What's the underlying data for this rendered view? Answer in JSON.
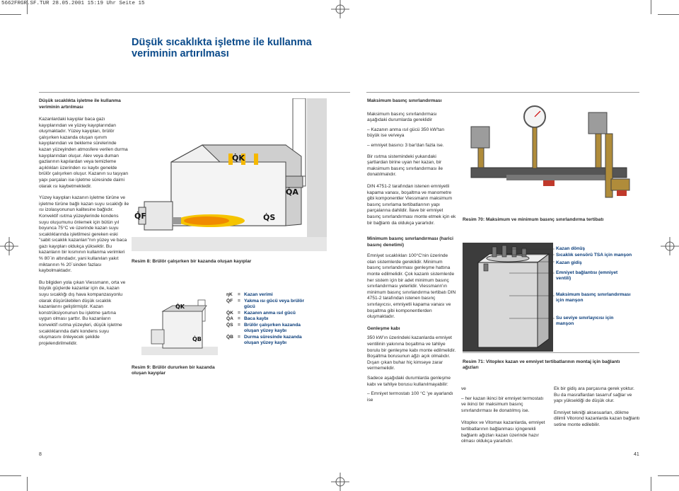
{
  "header": {
    "slug": "5662FRGR.SF.TUR  28.05.2001  15:19 Uhr  Seite 15"
  },
  "page_title": "Düşük sıcaklıkta işletme ile kullanma veriminin artırılması",
  "col1": {
    "heading": "Düşük sıcaklıkta işletme ile kullanma veriminin artırılması",
    "para1": "Kazanlardaki kayıplar baca gazı kayıplarından ve yüzey kayıplarından oluşmaktadır. Yüzey kayıpları, brülör çalışırken kazanda oluşan ışınım kayıplarından ve bekleme sürelerinde kazan yüzeyinden atmosfere verilen durma kayıplarından oluşur. Alev veya duman gazlarının kapılardan veya temizleme açıklıkları üzerinden ısı kaybı genelde brülör çalışırken oluşur. Kazanın su taşıyan yapı parçaları ise işletme süresinde daimi olarak ısı kaybetmektedir.",
    "para2": "Yüzey kayıpları kazanın işletme türüne ve işletme türüne bağlı kazan suyu sıcaklığı ile ısı izolasyonunun kalitesine bağlıdır. Konvektif ısıtma yüzeylerinde kondens suyu oluşumunu önlemek için bütün yıl boyunca 75°C ve üzerinde kazan suyu sıcaklıklarında işletilmesi gereken eski \"sabit sıcaklık kazanları\"nın yüzey ve baca gazı kayıpları oldukça yüksektir. Bu kazanların bir kısmının kullanma verimleri % 80`in altındadır, yani kullanılan yakıt miktarının % 20`sinden fazlası kaybolmaktadır.",
    "para3": "Bu bilgiden yola çıkan Viessmann, orta ve büyük güçlerde kazanlar için de, kazan suyu sıcaklığı dış hava kompanzasyonlu olarak düşürülebilen düşük sıcaklık kazanlarını geliştirmiştir. Kazan konstrüksiyonunun bu işletme şartına uygun olması şarttır. Bu kazanların konvektif ısıtma yüzeyleri, düşük işletme sıcaklıklarında dahi kondens suyu oluşmasını önleyecek şekilde projelendirilmelidir.",
    "page_number": "8"
  },
  "fig8": {
    "caption": "Resim 8: Brülör çalışırken bir kazanda oluşan kayıplar",
    "labels": {
      "qk": "Q̇K",
      "qa": "Q̇A",
      "qf": "Q̇F",
      "qs": "Q̇S"
    }
  },
  "fig9": {
    "caption": "Resim 9: Brülör dururken bir kazanda oluşan kayıplar",
    "labels": {
      "qk": "Q̇K",
      "qb": "Q̇B"
    }
  },
  "legend": [
    {
      "sym": "ηK",
      "text": "Kazan verimi"
    },
    {
      "sym": "Q̇F",
      "text": "Yakma ısı gücü veya brülör gücü"
    },
    {
      "sym": "Q̇K",
      "text": "Kazanın anma ısıl gücü"
    },
    {
      "sym": "Q̇A",
      "text": "Baca kaybı"
    },
    {
      "sym": "Q̇S",
      "text": "Brülör çalışırken kazanda oluşan yüzey kaybı"
    },
    {
      "sym": "Q̇B",
      "text": "Durma süresinde kazanda oluşan yüzey kaybı"
    }
  ],
  "col3": {
    "heading": "Maksimum basınç sınırlandırması",
    "para1": "Maksimum basınç sınırlandırması aşağıdaki durumlarda gereklidir",
    "item1": "– Kazanın anma ısıl gücü 350 kW'tan büyük ise ve/veya",
    "item2": "– emniyet basıncı 3 bar'dan fazla ise.",
    "para2": "Bir ısıtma sistemindeki yukarıdaki şartlardan birine uyan her kazan, bir maksimum basınç sınırlandırması ile donatılmalıdır.",
    "para3": "DIN 4751-2 tarafından istenen emniyetli kapama vanası, boşaltma ve manometre gibi komponentler Viessmann maksimum basınç sınırlama tertibatlarının yapı parçalarına dahildir. İlave bir emniyet basınç sınırlandırması monte etmek için ek bir bağlantı da oldukça yararlıdır.",
    "heading2": "Minimum basınç sınırlandırması (harici basınç denetimi)",
    "para4": "Emniyet sıcaklıkları 100°C'nin üzerinde olan sistemlerde gereklidir. Minimum basınç sınırlandırması genleşme hattına monte edilmelidir. Çok kazanlı sistemlerde her sistem için bir adet minimum basınç sınırlandırması yeterlidir. Viessmann'ın minimum basınç sınırlandırma tertibatı DIN 4751-2 tarafından istenen basınç sınırlayıcısı, emniyetli kapama vanası ve boşaltma gibi komponentlerden oluşmaktadır.",
    "heading3": "Genleşme kabı",
    "para5": "350 kW'ın üzerindeki kazanlarda emniyet ventilinin yakınına boşaltma ve tahliye borulu bir genleşme kabı monte edilmelidir. Boşaltma borusunun ağzı açık olmalıdır. Dışarı çıkan buhar hiç kimseye zarar vermemelidir.",
    "para6": "Sadece aşağıdaki durumlarda genleşme kabı ve tahliye borusu kullanılmayabilir:",
    "item3": "– Emniyet termostatı 100 °C 'ye ayarlandı ise"
  },
  "col4": {
    "fig70_caption": "Resim 70: Maksimum ve minimum basınç sınırlandırma tertibatı",
    "fig71_caption": "Resim 71: Vitoplex kazan ve emniyet tertibatlarının montaj için bağlantı ağızları",
    "fig71_labels": [
      "Kazan dönüş",
      "Sıcaklık sensörü TSA için manşon",
      "Kazan gidiş",
      "Emniyet bağlantısı (emniyet ventili)",
      "Maksimum basınç sınırlandırması için manşon",
      "Su seviye sınırlayıcısı için manşon"
    ],
    "ve": "ve",
    "item4": "– her kazan ikinci bir emniyet termostatı ve ikinci bir maksimum basınç sınırlandırması ile donatılmış ise.",
    "para7": "Vitoplex ve Vitomax kazanlarda, emniyet tertibatlarının bağlanması içingerekli bağlantı ağızları kazan üzerinde hazır olması oldukça yararlıdır.",
    "para8": "Ek bir gidiş ara parçasına gerek yoktur. Bu da masraflardan tasarruf sağlar ve yapı yüksekliği de düşük olur.",
    "para9": "Emniyet tekniği aksesuarları, dökme dilimli Vitorond kazanlarda kazan bağlantı setine monte edilebilir.",
    "page_number": "41"
  }
}
